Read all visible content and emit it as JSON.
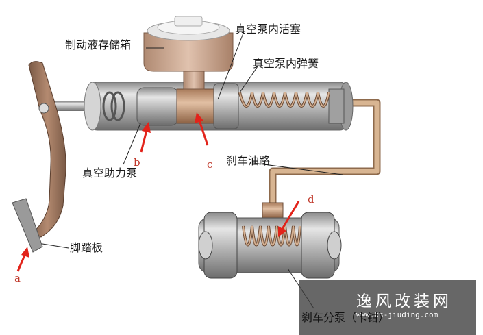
{
  "labels": {
    "reservoir": "制动液存储箱",
    "piston": "真空泵内活塞",
    "spring": "真空泵内弹簧",
    "booster": "真空助力泵",
    "brake_line": "刹车油路",
    "pedal": "脚踏板",
    "caliper": "刹车分泵（卡钳）"
  },
  "markers": {
    "a": "a",
    "b": "b",
    "c": "c",
    "d": "d"
  },
  "watermark": {
    "title": "逸风改装网",
    "url": "www.ks-jiuding.com"
  },
  "colors": {
    "arrow": "#e2231a",
    "pipe": "#c9a27a",
    "cylinder": "#b9b9b9",
    "fluid": "#d4a98c"
  }
}
